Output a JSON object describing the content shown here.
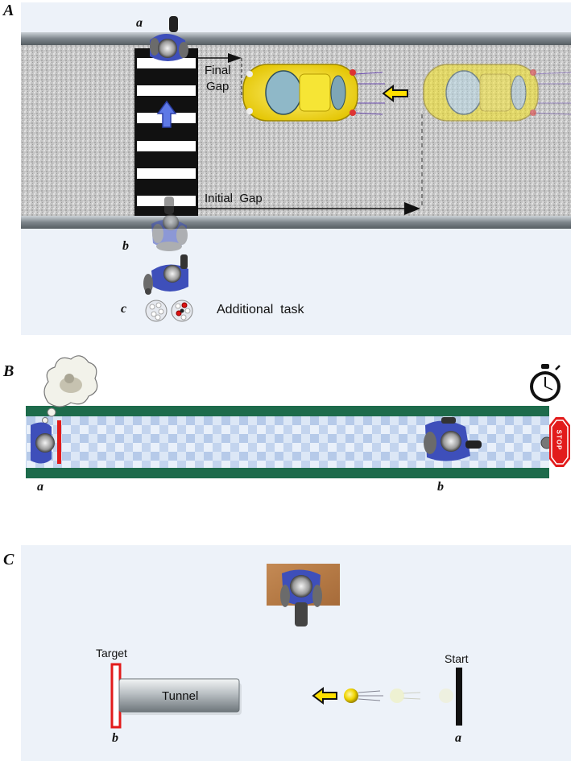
{
  "panel_a": {
    "letter": "A",
    "label_a": "a",
    "label_b": "b",
    "label_c": "c",
    "final_gap_line1": "Final",
    "final_gap_line2": "Gap",
    "initial_gap": "Initial  Gap",
    "additional_task": "Additional  task"
  },
  "panel_b": {
    "letter": "B",
    "label_a": "a",
    "label_b": "b",
    "stop_text": "STOP"
  },
  "panel_c": {
    "letter": "C",
    "target": "Target",
    "tunnel": "Tunnel",
    "start": "Start",
    "label_a": "a",
    "label_b": "b"
  },
  "colors": {
    "panel_bg": "#edf2f9",
    "road": "#c9c9c9",
    "car_yellow": "#f4e21c",
    "shirt_blue": "#4054c6",
    "corridor_green": "#1d6b4b",
    "stop_red": "#e21b1b",
    "arrow_yellow": "#ffe000"
  }
}
